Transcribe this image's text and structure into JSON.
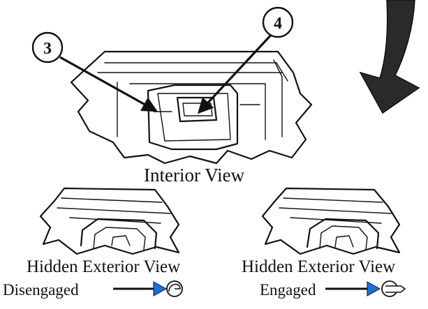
{
  "callouts": [
    {
      "label": "3"
    },
    {
      "label": "4"
    }
  ],
  "captions": {
    "interior_view": "Interior View",
    "hidden_exterior_left": "Hidden Exterior View",
    "hidden_exterior_right": "Hidden Exterior View",
    "disengaged": "Disengaged",
    "engaged": "Engaged"
  },
  "colors": {
    "line": "#111111",
    "arrow_fill": "#2a2a2a",
    "indicator_arrow": "#1e6fd9",
    "background": "#ffffff"
  },
  "icons": {
    "rotation_arrow": "large-curved-down-arrow-icon",
    "disengaged_indicator": "lock-disengaged-icon",
    "engaged_indicator": "lock-engaged-icon"
  }
}
